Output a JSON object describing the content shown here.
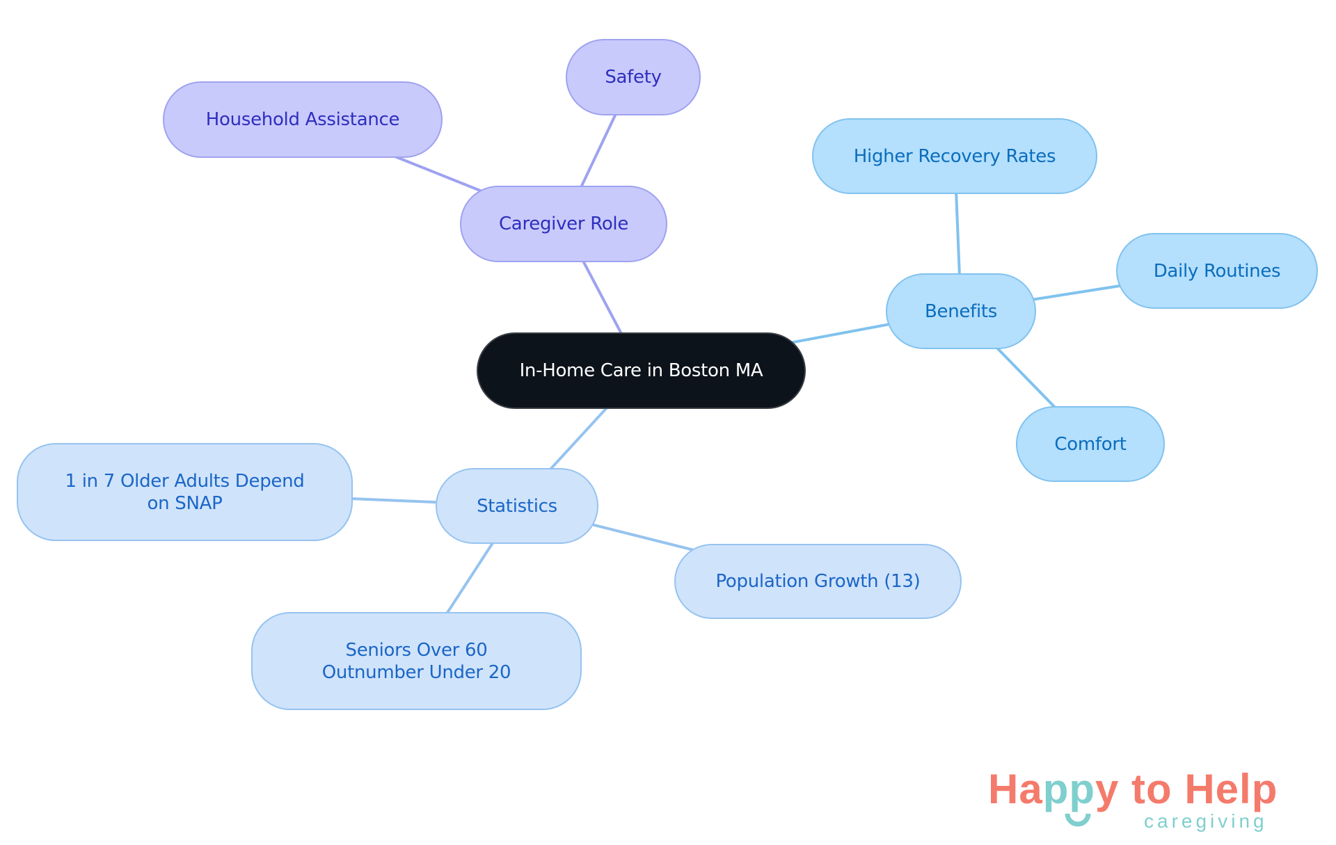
{
  "mindmap": {
    "root": {
      "label": "In-Home Care in Boston MA",
      "color": "#0d131b"
    },
    "branches": [
      {
        "label": "Caregiver Role",
        "color": "#c9cafc",
        "children": [
          {
            "label": "Safety"
          },
          {
            "label": "Household Assistance"
          }
        ]
      },
      {
        "label": "Benefits",
        "color": "#b4dffd",
        "children": [
          {
            "label": "Higher Recovery Rates"
          },
          {
            "label": "Daily Routines"
          },
          {
            "label": "Comfort"
          }
        ]
      },
      {
        "label": "Statistics",
        "color": "#cfe3fb",
        "children": [
          {
            "label": "1 in 7 Older Adults Depend on SNAP"
          },
          {
            "label": "Population Growth (13)"
          },
          {
            "label": "Seniors Over 60 Outnumber Under 20"
          }
        ]
      }
    ]
  },
  "logo": {
    "part1": "Ha",
    "part2": "pp",
    "part3": "y to Help",
    "subtitle": "caregiving",
    "primary_color": "#f47b6b",
    "accent_color": "#7fcfce"
  }
}
